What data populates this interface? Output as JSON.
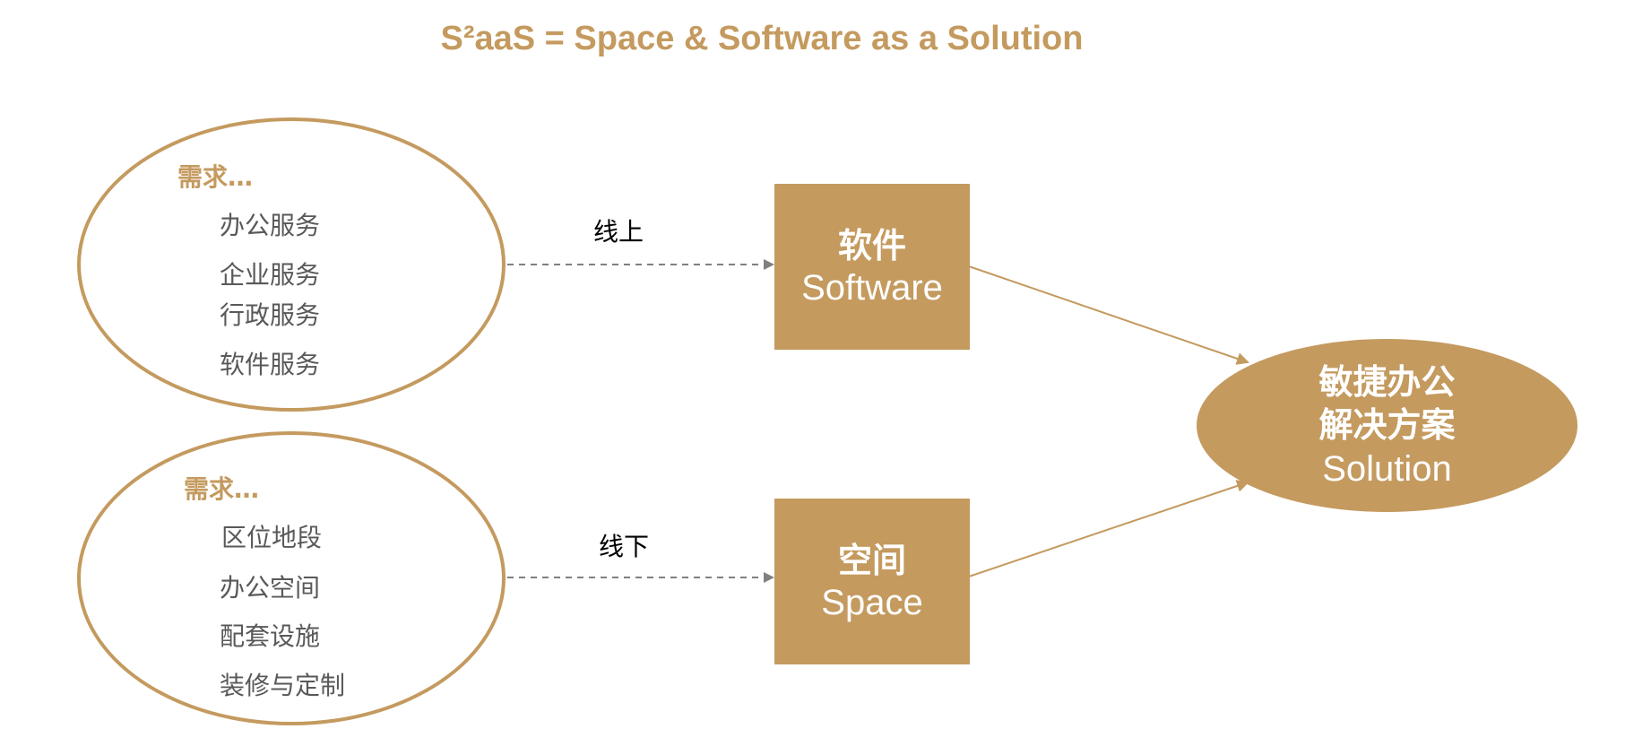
{
  "title": "S²aaS = Space & Software as a Solution",
  "online_needs": {
    "heading": "需求…",
    "items": [
      "办公服务",
      "企业服务",
      "行政服务",
      "软件服务"
    ]
  },
  "offline_needs": {
    "heading": "需求…",
    "items": [
      "区位地段",
      "办公空间",
      "配套设施",
      "装修与定制"
    ]
  },
  "edges": {
    "online_label": "线上",
    "offline_label": "线下"
  },
  "software_box": {
    "zh": "软件",
    "en": "Software"
  },
  "space_box": {
    "zh": "空间",
    "en": "Space"
  },
  "solution": {
    "line1": "敏捷办公",
    "line2": "解决方案",
    "en": "Solution"
  },
  "colors": {
    "accent": "#c49a5f",
    "item_text": "#595959",
    "dashed": "#808080"
  }
}
